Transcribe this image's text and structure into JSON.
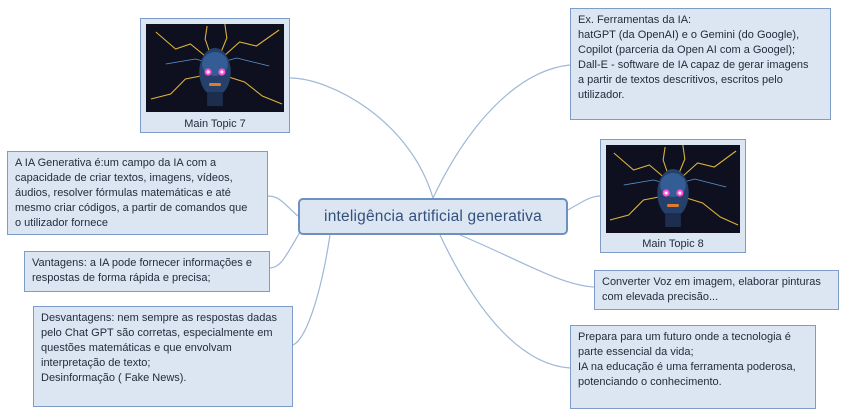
{
  "central": {
    "label": "inteligência artificial generativa"
  },
  "image_topics": [
    {
      "caption": "Main Topic 7",
      "image": "glowing-robot-head-with-lightning-image"
    },
    {
      "caption": "Main Topic 8",
      "image": "glowing-robot-head-with-lightning-image"
    }
  ],
  "topics": {
    "definition": {
      "lines": [
        "A IA Generativa é:um campo da IA com a",
        "capacidade de criar textos, imagens, vídeos,",
        "áudios, resolver fórmulas matemáticas e até",
        "mesmo criar códigos, a partir de comandos que",
        "o utilizador fornece"
      ]
    },
    "advantages": {
      "lines": [
        "Vantagens: a IA pode fornecer informações e",
        "respostas de forma rápida e precisa;"
      ]
    },
    "disadvantages": {
      "lines": [
        "Desvantagens: nem sempre as respostas dadas",
        "pelo Chat GPT são corretas, especialmente em",
        "questões matemáticas e que envolvam",
        "interpretação de texto;",
        "Desinformação ( Fake News)."
      ]
    },
    "tools": {
      "lines": [
        "Ex. Ferramentas da IA:",
        "hatGPT (da OpenAI) e o Gemini (do Google),",
        "Copilot (parceria da Open AI com a Googel);",
        "Dall-E - software de IA capaz de gerar imagens",
        "a partir de textos descritivos, escritos pelo",
        "utilizador."
      ]
    },
    "voice": {
      "lines": [
        "Converter Voz em imagem, elaborar pinturas",
        "com elevada precisão..."
      ]
    },
    "future": {
      "lines": [
        "Prepara para um futuro onde a tecnologia é",
        "parte essencial da vida;",
        "IA na educação é uma ferramenta poderosa,",
        "potenciando o conhecimento."
      ]
    }
  },
  "colors": {
    "node_fill": "#dce6f2",
    "node_border": "#7d9cc7",
    "connector": "#9fb7d8",
    "central_text": "#33507d"
  }
}
